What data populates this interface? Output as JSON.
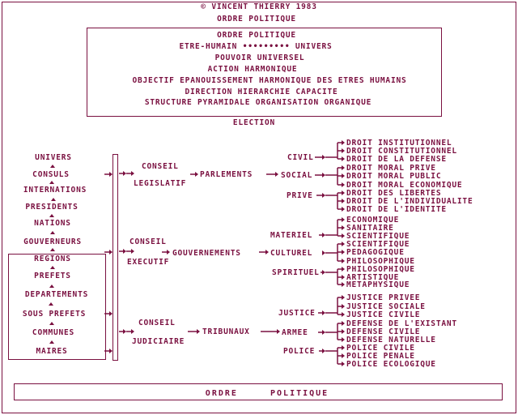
{
  "header": {
    "copyright": "© VINCENT THIERRY 1983",
    "title": "ORDRE POLITIQUE"
  },
  "top_box": {
    "lines": [
      "ORDRE POLITIQUE",
      "ETRE-HUMAIN ••••••••• UNIVERS",
      "POUVOIR UNIVERSEL",
      "ACTION HARMONIQUE",
      "OBJECTIF EPANOUISSEMENT  HARMONIQUE DES ETRES HUMAINS",
      "DIRECTION HIERARCHIE CAPACITE",
      "STRUCTURE PYRAMIDALE ORGANISATION ORGANIQUE"
    ]
  },
  "election": "ELECTION",
  "hierarchy": [
    "UNIVERS",
    "CONSULS",
    "INTERNATIONS",
    "PRESIDENTS",
    "NATIONS",
    "GOUVERNEURS",
    "REGIONS",
    "PREFETS",
    "DEPARTEMENTS",
    "SOUS PREFETS",
    "COMMUNES",
    "MAIRES"
  ],
  "powers": [
    {
      "conseil": [
        "CONSEIL",
        "LEGISLATIF"
      ],
      "organ": "PARLEMENTS",
      "groups": [
        {
          "name": "CIVIL",
          "items": [
            "DROIT INSTITUTIONNEL",
            "DROIT CONSTITUTIONNEL",
            "DROIT DE LA DEFENSE"
          ]
        },
        {
          "name": "SOCIAL",
          "items": [
            "DROIT MORAL PRIVE",
            "DROIT MORAL PUBLIC",
            "DROIT MORAL ECONOMIQUE"
          ]
        },
        {
          "name": "PRIVE",
          "items": [
            "DROIT DES LIBERTES",
            "DROIT DE L'INDIVIDUALITE",
            "DROIT DE L'IDENTITE"
          ]
        }
      ]
    },
    {
      "conseil": [
        "CONSEIL",
        "EXECUTIF"
      ],
      "organ": "GOUVERNEMENTS",
      "groups": [
        {
          "name": "MATERIEL",
          "items": [
            "ECONOMIQUE",
            "SANITAIRE",
            "SCIENTIFIQUE"
          ]
        },
        {
          "name": "CULTUREL",
          "items": [
            "SCIENTIFIQUE",
            "PEDAGOGIQUE",
            "PHILOSOPHIQUE"
          ]
        },
        {
          "name": "SPIRITUEL",
          "items": [
            "PHILOSOPHIQUE",
            "ARTISTIQUE",
            "METAPHYSIQUE"
          ]
        }
      ]
    },
    {
      "conseil": [
        "CONSEIL",
        "JUDICIAIRE"
      ],
      "organ": "TRIBUNAUX",
      "groups": [
        {
          "name": "JUSTICE",
          "items": [
            "JUSTICE PRIVEE",
            "JUSTICE SOCIALE",
            "JUSTICE CIVILE"
          ]
        },
        {
          "name": "ARMEE",
          "items": [
            "DEFENSE DE L'EXISTANT",
            "DEFENSE CIVILE",
            "DEFENSE NATURELLE"
          ]
        },
        {
          "name": "POLICE",
          "items": [
            "POLICE CIVILE",
            "POLICE PENALE",
            "POLICE ECOLOGIQUE"
          ]
        }
      ]
    }
  ],
  "footer": "ORDRE     POLITIQUE",
  "colors": {
    "ink": "#7a1040",
    "background": "#ffffff"
  }
}
